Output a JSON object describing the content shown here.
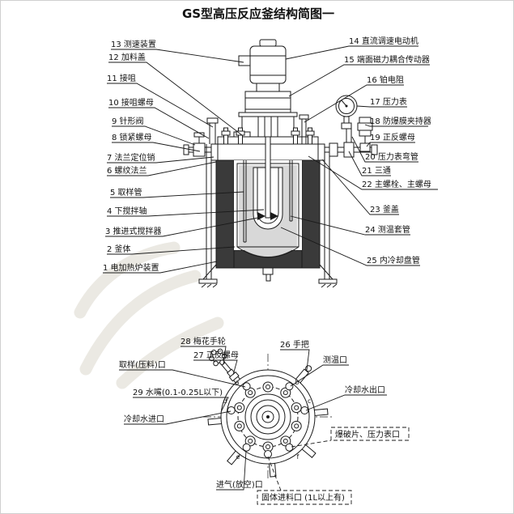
{
  "title": "GS型高压反应釜结构简图一",
  "front_view": {
    "left_labels": [
      "13 测速装置",
      "12 加料盖",
      "11 接咀",
      "10 接咀螺母",
      "9 针形阀",
      "8 锁紧螺母",
      "7 法兰定位销",
      "6 螺纹法兰",
      "5 取样管",
      "4 下搅拌轴",
      "3 推进式搅拌器",
      "2 釜体",
      "1 电加热炉装置"
    ],
    "right_labels": [
      "14 直流调速电动机",
      "15 端面磁力耦合传动器",
      "16 铂电阻",
      "17 压力表",
      "18 防爆膜夹持器",
      "19 正反螺母",
      "20 压力表弯管",
      "21 三通",
      "22 主螺栓、主螺母",
      "23 釜盖",
      "24 测温套管",
      "25 内冷却盘管"
    ]
  },
  "top_view": {
    "labels": [
      "28 梅花手轮",
      "27 正反螺母",
      "26 手把",
      "取样(压料)口",
      "测温口",
      "29 水嘴(0.1-0.25L以下)",
      "冷却水出口",
      "冷却水进口",
      "爆破片、压力表口",
      "进气(放空)口",
      "固体进料口 (1L以上有)"
    ],
    "port_markers": [
      "a",
      "b",
      "c",
      "d",
      "e",
      "f"
    ]
  },
  "colors": {
    "line": "#1a1a1a",
    "furnace_fill": "#3a3a3a",
    "content_fill": "#d8d8d8",
    "watermark": "#e9e7e0"
  }
}
